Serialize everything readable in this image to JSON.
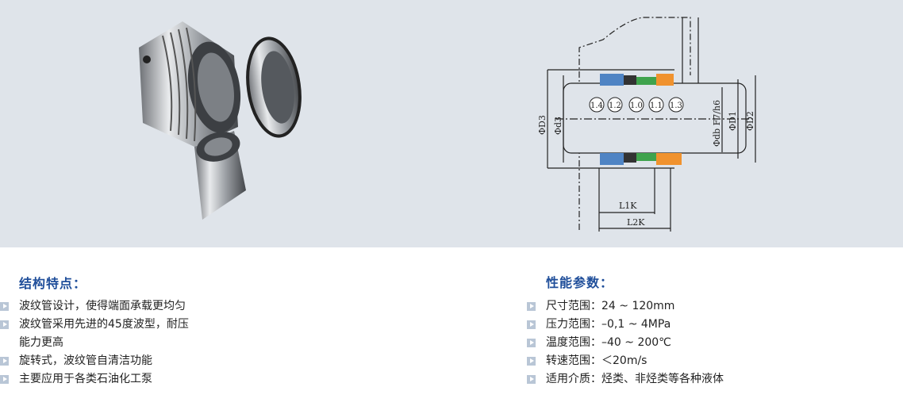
{
  "features": {
    "title": "结构特点：",
    "items": [
      {
        "text": "波纹管设计，使得端面承载更均匀"
      },
      {
        "text": "波纹管采用先进的45度波型，耐压",
        "cont": "能力更高"
      },
      {
        "text": "旋转式，波纹管自清洁功能"
      },
      {
        "text": "主要应用于各类石油化工泵"
      }
    ]
  },
  "params": {
    "title": "性能参数：",
    "items": [
      {
        "text": "尺寸范围：24 ~ 120mm"
      },
      {
        "text": "压力范围：–0,1 ~ 4MPa"
      },
      {
        "text": "温度范围：–40 ~ 200℃"
      },
      {
        "text": "转速范围：＜20m/s"
      },
      {
        "text": "适用介质：烃类、非烃类等各种液体"
      }
    ]
  },
  "drawing": {
    "parts": [
      "1.4",
      "1.2",
      "1.0",
      "1.1",
      "1.3"
    ],
    "dims": {
      "D3": "ΦD3",
      "d3": "Φd3",
      "db": "Φdb  F7/h6",
      "D1": "ΦD1",
      "D2": "ΦD2",
      "L1K": "L1K",
      "L2K": "L2K"
    }
  },
  "colors": {
    "heading": "#1f4e9a",
    "band": "#dfe4ea",
    "blue_part": "#4f84c4",
    "green_part": "#3fa34d",
    "orange_part": "#f0922e"
  }
}
